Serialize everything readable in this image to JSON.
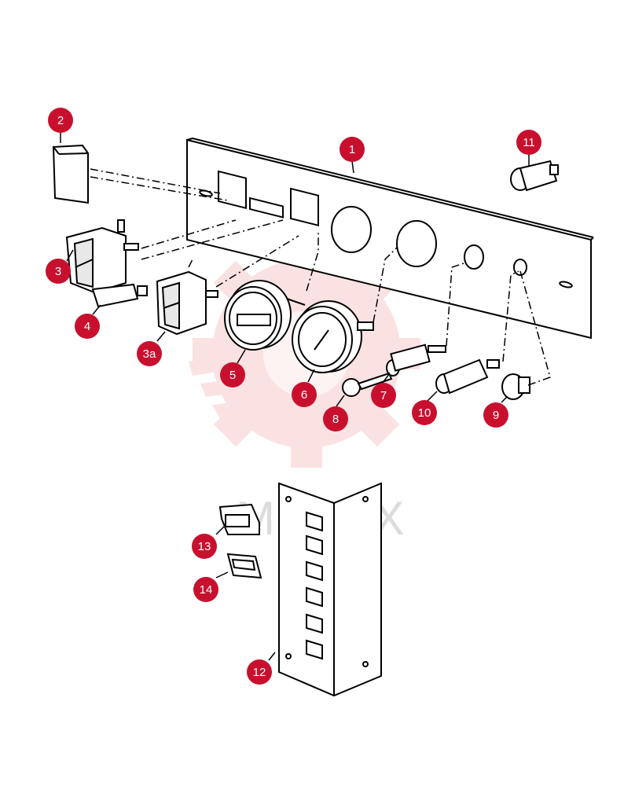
{
  "diagram": {
    "watermark_text": "MPTEX",
    "callout_color": "#c8102e",
    "watermark_color": "#f08080",
    "callouts": [
      {
        "id": "c1",
        "label": "1"
      },
      {
        "id": "c2",
        "label": "2"
      },
      {
        "id": "c3",
        "label": "3"
      },
      {
        "id": "c3a",
        "label": "3a"
      },
      {
        "id": "c4",
        "label": "4"
      },
      {
        "id": "c5",
        "label": "5"
      },
      {
        "id": "c6",
        "label": "6"
      },
      {
        "id": "c7",
        "label": "7"
      },
      {
        "id": "c8",
        "label": "8"
      },
      {
        "id": "c9",
        "label": "9"
      },
      {
        "id": "c10",
        "label": "10"
      },
      {
        "id": "c11",
        "label": "11"
      },
      {
        "id": "c12",
        "label": "12"
      },
      {
        "id": "c13",
        "label": "13"
      },
      {
        "id": "c14",
        "label": "14"
      }
    ]
  }
}
